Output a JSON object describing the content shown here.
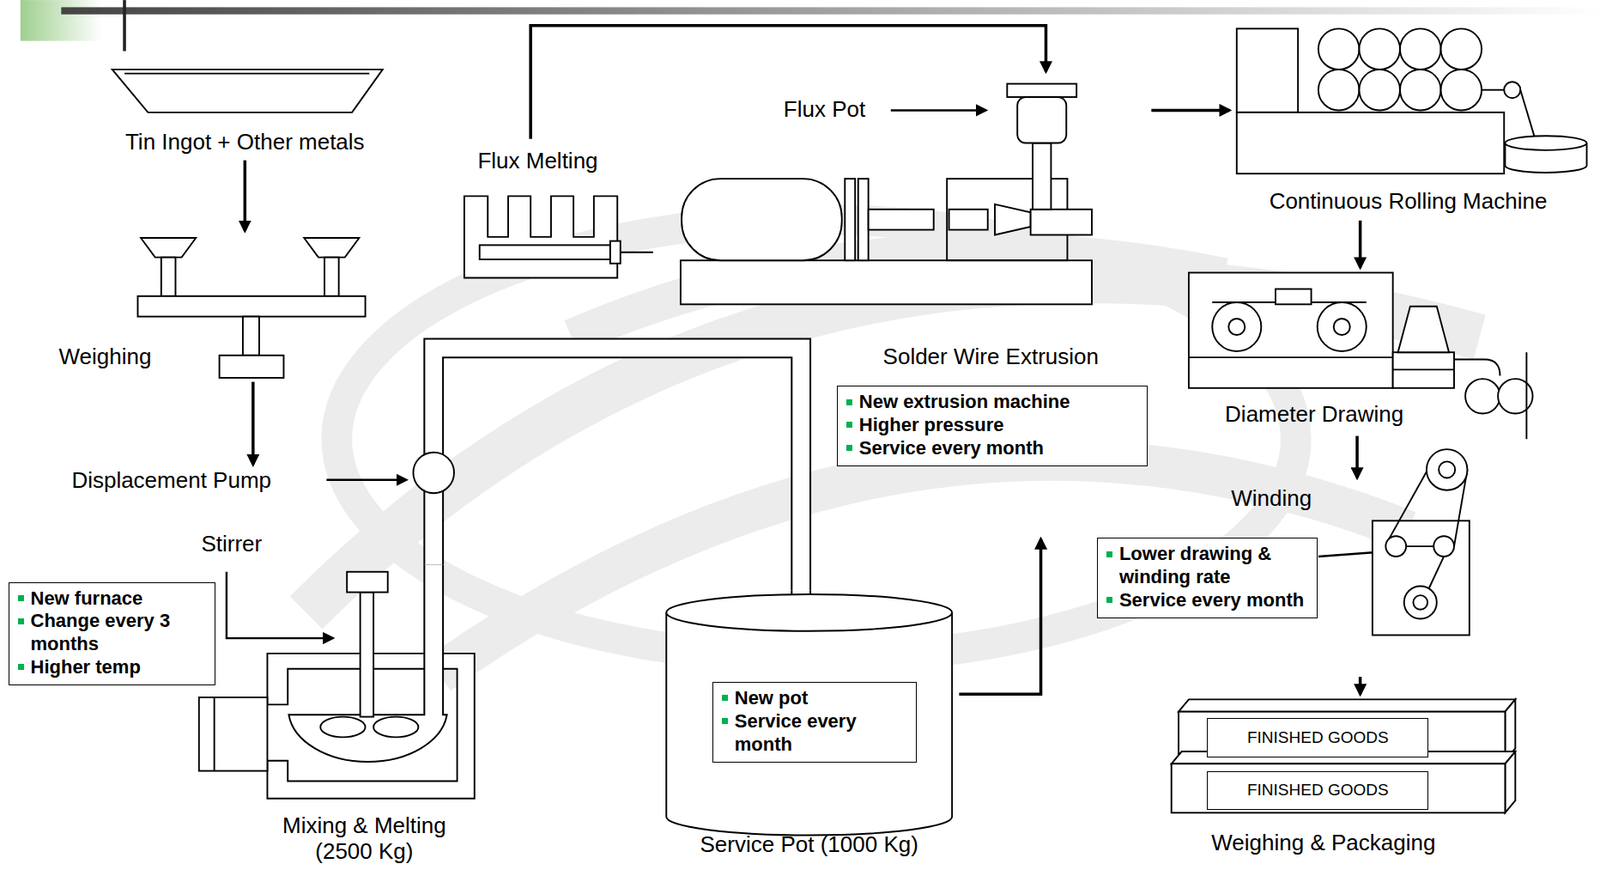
{
  "diagram": {
    "nodes": [
      {
        "text": [
          "Tin Ingot + Other metals"
        ]
      },
      {
        "text": [
          "Weighing"
        ]
      },
      {
        "text": [
          "Displacement Pump"
        ]
      },
      {
        "text": [
          "Flux Melting"
        ]
      },
      {
        "text": [
          "Solder Wire Extrusion"
        ]
      },
      {
        "text": [
          "New extrusion machine",
          "Higher pressure",
          "Service every month"
        ],
        "in": 4
      },
      {
        "text": [
          "Continuous Rolling Machine"
        ]
      },
      {
        "text": [
          "Diameter Drawing"
        ]
      },
      {
        "text": [
          "Mixing & Melting (2500 Kg)"
        ]
      },
      {
        "text": [
          "New furnace",
          "Change every 3 months",
          "Higher temp"
        ],
        "in": 8
      },
      {
        "text": [
          "Service Pot (1000 Kg)"
        ]
      },
      {
        "text": [
          "New pot",
          "Service every month"
        ],
        "in": 10
      },
      {
        "text": [
          "Winding"
        ]
      },
      {
        "text": [
          "Lower drawing & winding rate",
          "Service every month"
        ],
        "in": 12
      },
      {
        "text": [
          "Weighing & Packaging"
        ]
      },
      {
        "text": [
          "FINISHED GOODS"
        ],
        "in": 14
      },
      {
        "text": [
          "FINISHED GOODS"
        ],
        "in": 14
      }
    ],
    "edges": [
      {
        "from": 0,
        "to": 1,
        "arrow": "to"
      },
      {
        "from": 1,
        "to": 2,
        "arrow": "to"
      },
      {
        "from": 8,
        "to": 10,
        "arrow": "none"
      },
      {
        "from": 3,
        "to": 4,
        "arrow": "to"
      },
      {
        "from": 10,
        "to": 4,
        "arrow": "to"
      },
      {
        "from": 4,
        "to": 6,
        "arrow": "to"
      },
      {
        "from": 6,
        "to": 7,
        "arrow": "to"
      },
      {
        "from": 7,
        "to": 12,
        "arrow": "to"
      },
      {
        "from": 12,
        "to": 14,
        "arrow": "to"
      }
    ],
    "labels": [
      "Stirrer",
      "Flux Pot"
    ]
  }
}
